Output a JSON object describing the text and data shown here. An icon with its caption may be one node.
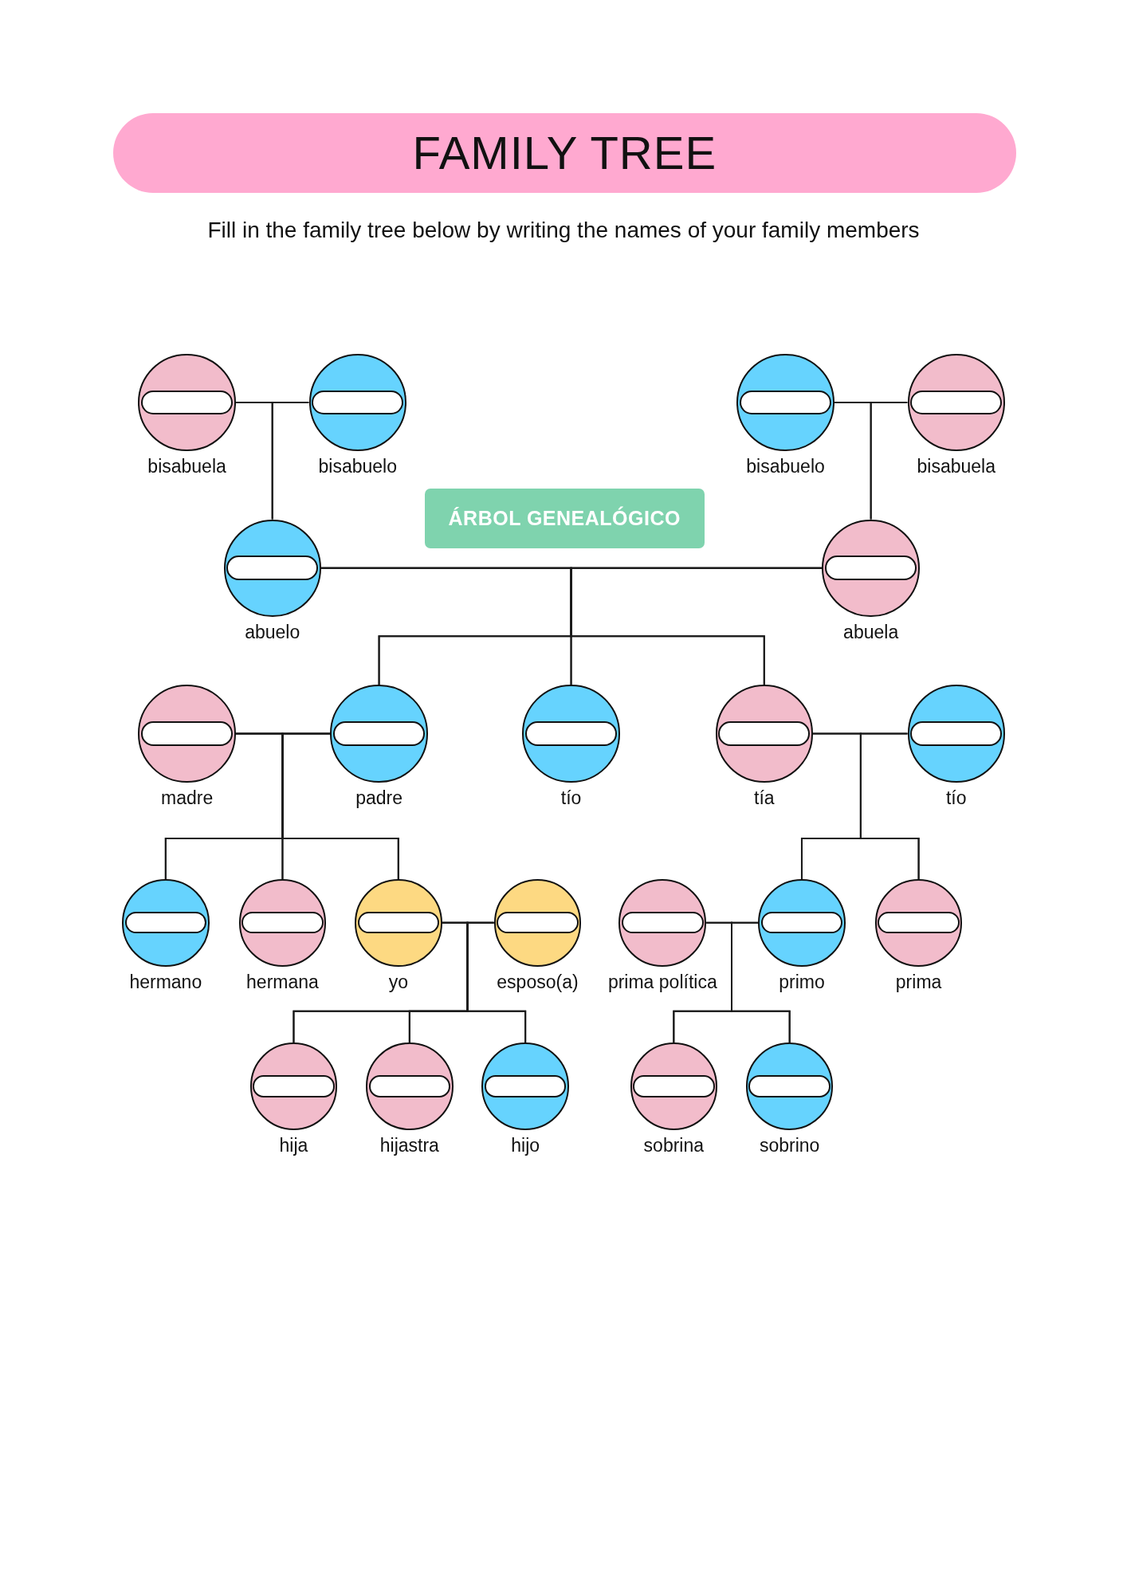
{
  "diagram": {
    "title": "FAMILY TREE",
    "nodes": [
      {
        "text": [
          "bisabuela"
        ]
      },
      {
        "text": [
          "bisabuelo"
        ]
      },
      {
        "text": [
          "bisabuelo"
        ]
      },
      {
        "text": [
          "bisabuela"
        ]
      },
      {
        "text": [
          "ÁRBOL GENEALÓGICO"
        ]
      },
      {
        "text": [
          "abuelo"
        ]
      },
      {
        "text": [
          "abuela"
        ]
      },
      {
        "text": [
          "madre"
        ]
      },
      {
        "text": [
          "padre"
        ]
      },
      {
        "text": [
          "tío"
        ]
      },
      {
        "text": [
          "tía"
        ]
      },
      {
        "text": [
          "tío"
        ]
      },
      {
        "text": [
          "hermano"
        ]
      },
      {
        "text": [
          "hermana"
        ]
      },
      {
        "text": [
          "yo"
        ]
      },
      {
        "text": [
          "esposo(a)"
        ]
      },
      {
        "text": [
          "prima política"
        ]
      },
      {
        "text": [
          "primo"
        ]
      },
      {
        "text": [
          "prima"
        ]
      },
      {
        "text": [
          "hija"
        ]
      },
      {
        "text": [
          "hijastra"
        ]
      },
      {
        "text": [
          "hijo"
        ]
      },
      {
        "text": [
          "sobrina"
        ]
      },
      {
        "text": [
          "sobrino"
        ]
      }
    ],
    "edges": [
      {
        "from": 0,
        "to": 5,
        "arrow": "none"
      },
      {
        "from": 1,
        "to": 5,
        "arrow": "none"
      },
      {
        "from": 2,
        "to": 6,
        "arrow": "none"
      },
      {
        "from": 3,
        "to": 6,
        "arrow": "none"
      },
      {
        "from": 5,
        "to": 8,
        "arrow": "none"
      },
      {
        "from": 6,
        "to": 8,
        "arrow": "none"
      },
      {
        "from": 5,
        "to": 9,
        "arrow": "none"
      },
      {
        "from": 6,
        "to": 9,
        "arrow": "none"
      },
      {
        "from": 5,
        "to": 10,
        "arrow": "none"
      },
      {
        "from": 6,
        "to": 10,
        "arrow": "none"
      },
      {
        "from": 7,
        "to": 12,
        "arrow": "none"
      },
      {
        "from": 8,
        "to": 12,
        "arrow": "none"
      },
      {
        "from": 7,
        "to": 13,
        "arrow": "none"
      },
      {
        "from": 8,
        "to": 13,
        "arrow": "none"
      },
      {
        "from": 7,
        "to": 14,
        "arrow": "none"
      },
      {
        "from": 8,
        "to": 14,
        "arrow": "none"
      },
      {
        "from": 10,
        "to": 17,
        "arrow": "none"
      },
      {
        "from": 11,
        "to": 17,
        "arrow": "none"
      },
      {
        "from": 10,
        "to": 18,
        "arrow": "none"
      },
      {
        "from": 11,
        "to": 18,
        "arrow": "none"
      },
      {
        "from": 14,
        "to": 19,
        "arrow": "none"
      },
      {
        "from": 15,
        "to": 19,
        "arrow": "none"
      },
      {
        "from": 14,
        "to": 20,
        "arrow": "none"
      },
      {
        "from": 15,
        "to": 20,
        "arrow": "none"
      },
      {
        "from": 14,
        "to": 21,
        "arrow": "none"
      },
      {
        "from": 15,
        "to": 21,
        "arrow": "none"
      },
      {
        "from": 16,
        "to": 22,
        "arrow": "none"
      },
      {
        "from": 17,
        "to": 22,
        "arrow": "none"
      },
      {
        "from": 16,
        "to": 23,
        "arrow": "none"
      },
      {
        "from": 17,
        "to": 23,
        "arrow": "none"
      }
    ],
    "labels": [
      "Fill in the family tree below by writing the names of your family members"
    ]
  }
}
